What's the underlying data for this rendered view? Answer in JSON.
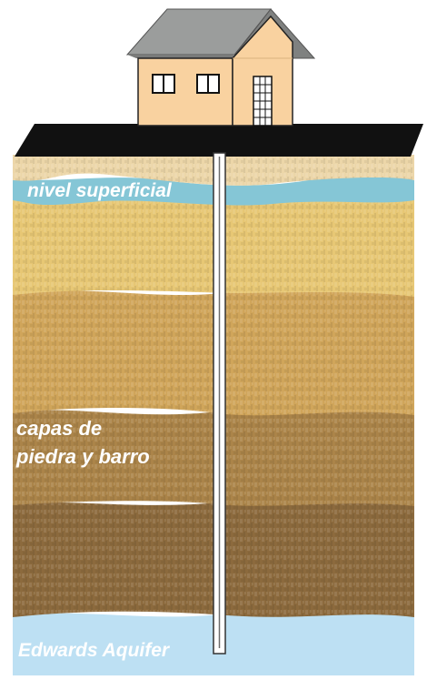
{
  "labels": {
    "surface_water": "nivel superficial",
    "rock_layers_line1": "capas de",
    "rock_layers_line2": "piedra y barro",
    "aquifer": "Edwards Aquifer"
  },
  "colors": {
    "sky": "#ffffff",
    "roof": "#8d8f8e",
    "house_wall": "#f9d2a0",
    "ground_surface": "#111111",
    "topsoil": "#ecd6a8",
    "surface_water": "#85c6d6",
    "sand_layer": "#e7c774",
    "clay_layer": "#d0a55a",
    "rock_layer_upper": "#ab8449",
    "rock_layer_lower": "#8c6a3d",
    "aquifer": "#bde0f3",
    "well_pipe": "#ffffff"
  },
  "icons": [
    "house-icon",
    "well-pipe-icon"
  ]
}
